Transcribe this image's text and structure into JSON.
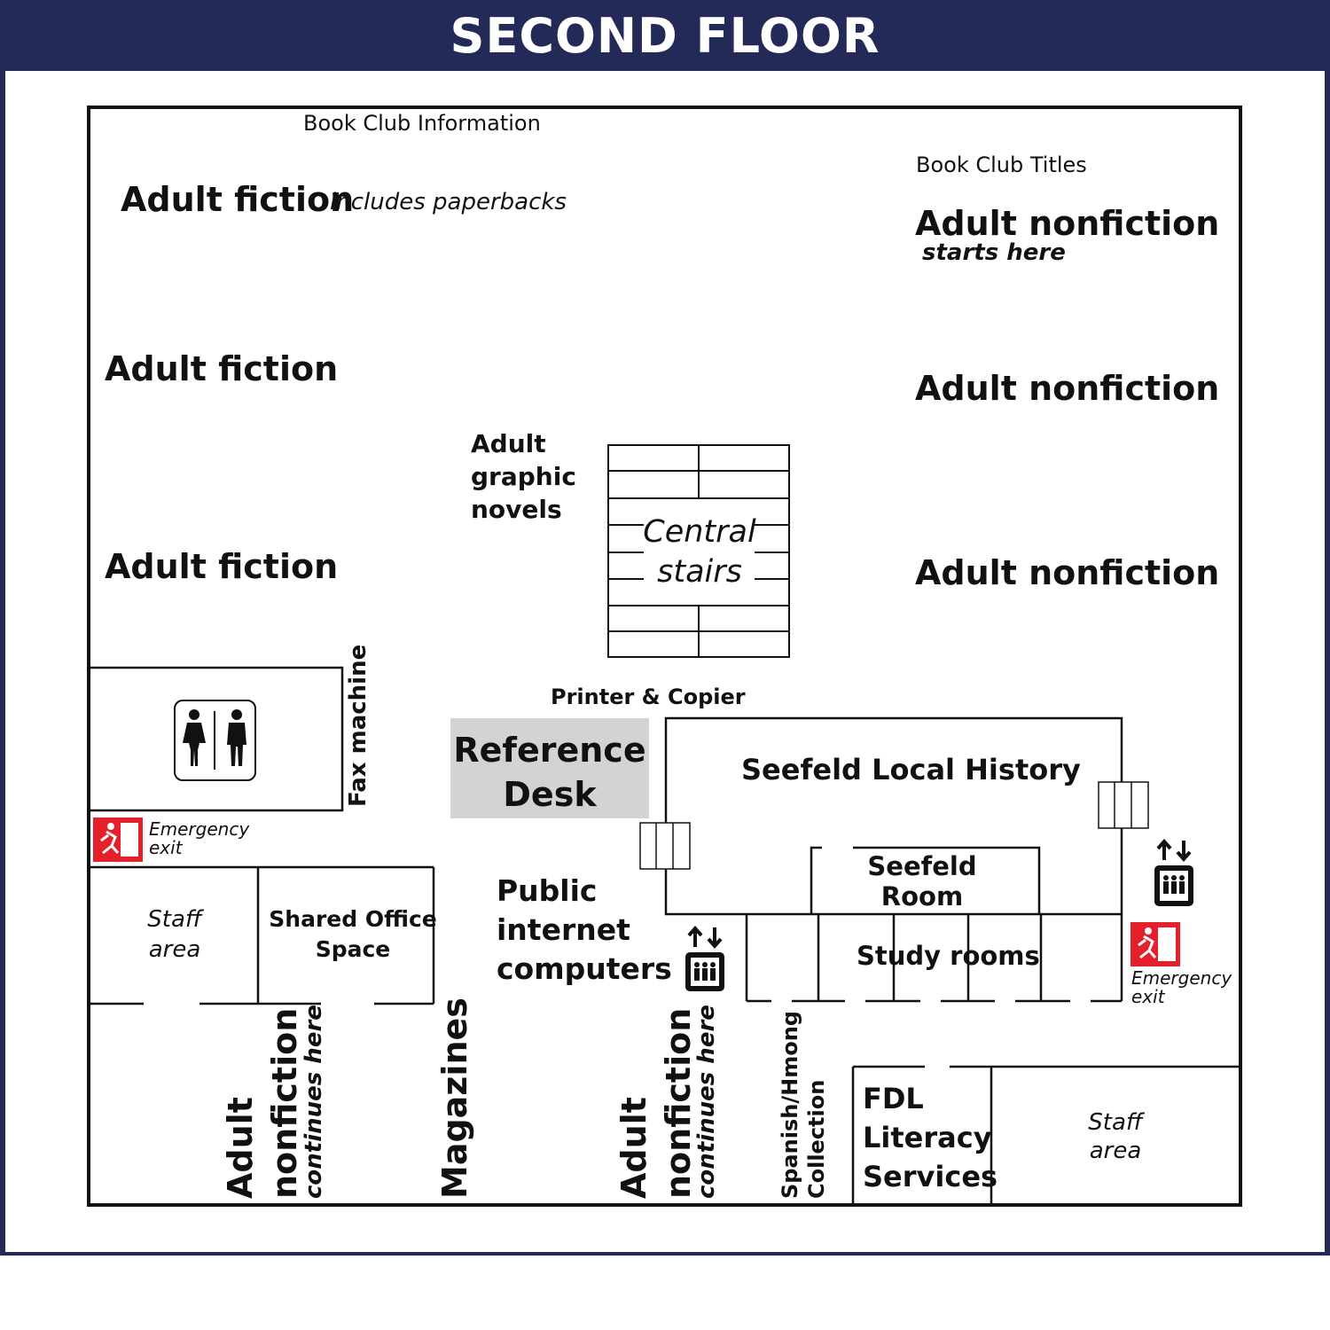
{
  "header": {
    "title": "SECOND FLOOR",
    "background": "#232a57"
  },
  "labels": {
    "book_club_info": "Book Club Information",
    "adult_fiction_1": "Adult fiction",
    "adult_fiction_1_note": "includes paperbacks",
    "adult_fiction_2": "Adult fiction",
    "adult_fiction_3": "Adult fiction",
    "book_club_titles": "Book Club Titles",
    "adult_nonfiction_1": "Adult nonfiction",
    "adult_nonfiction_1_note": "starts here",
    "adult_nonfiction_2": "Adult nonfiction",
    "adult_nonfiction_3": "Adult nonfiction",
    "graphic_novels": [
      "Adult",
      "graphic",
      "novels"
    ],
    "central_stairs": [
      "Central",
      "stairs"
    ],
    "fax_machine": "Fax machine",
    "printer_copier": "Printer & Copier",
    "reference_desk": [
      "Reference",
      "Desk"
    ],
    "local_history": "Seefeld Local History",
    "seefeld_room": [
      "Seefeld",
      "Room"
    ],
    "study_rooms": "Study rooms",
    "public_internet": [
      "Public",
      "internet",
      "computers"
    ],
    "emergency_exit_left": [
      "Emergency",
      "exit"
    ],
    "emergency_exit_right": [
      "Emergency",
      "exit"
    ],
    "staff_area_left": [
      "Staff",
      "area"
    ],
    "shared_office": [
      "Shared Office",
      "Space"
    ],
    "adult_nonfiction_continues_1": [
      "Adult",
      "nonfiction"
    ],
    "continues_here_1": "continues here",
    "magazines": "Magazines",
    "adult_nonfiction_continues_2": [
      "Adult",
      "nonfiction"
    ],
    "continues_here_2": "continues here",
    "spanish_hmong": [
      "Spanish/Hmong",
      "Collection"
    ],
    "fdl_literacy": [
      "FDL",
      "Literacy",
      "Services"
    ],
    "staff_area_right": [
      "Staff",
      "area"
    ]
  },
  "icons": {
    "restroom": "restroom-icon",
    "emergency_exit": "emergency-exit-icon",
    "elevator": "elevator-icon"
  },
  "colors": {
    "reference_desk_fill": "#d3d3d3",
    "exit_red": "#e4202a"
  }
}
